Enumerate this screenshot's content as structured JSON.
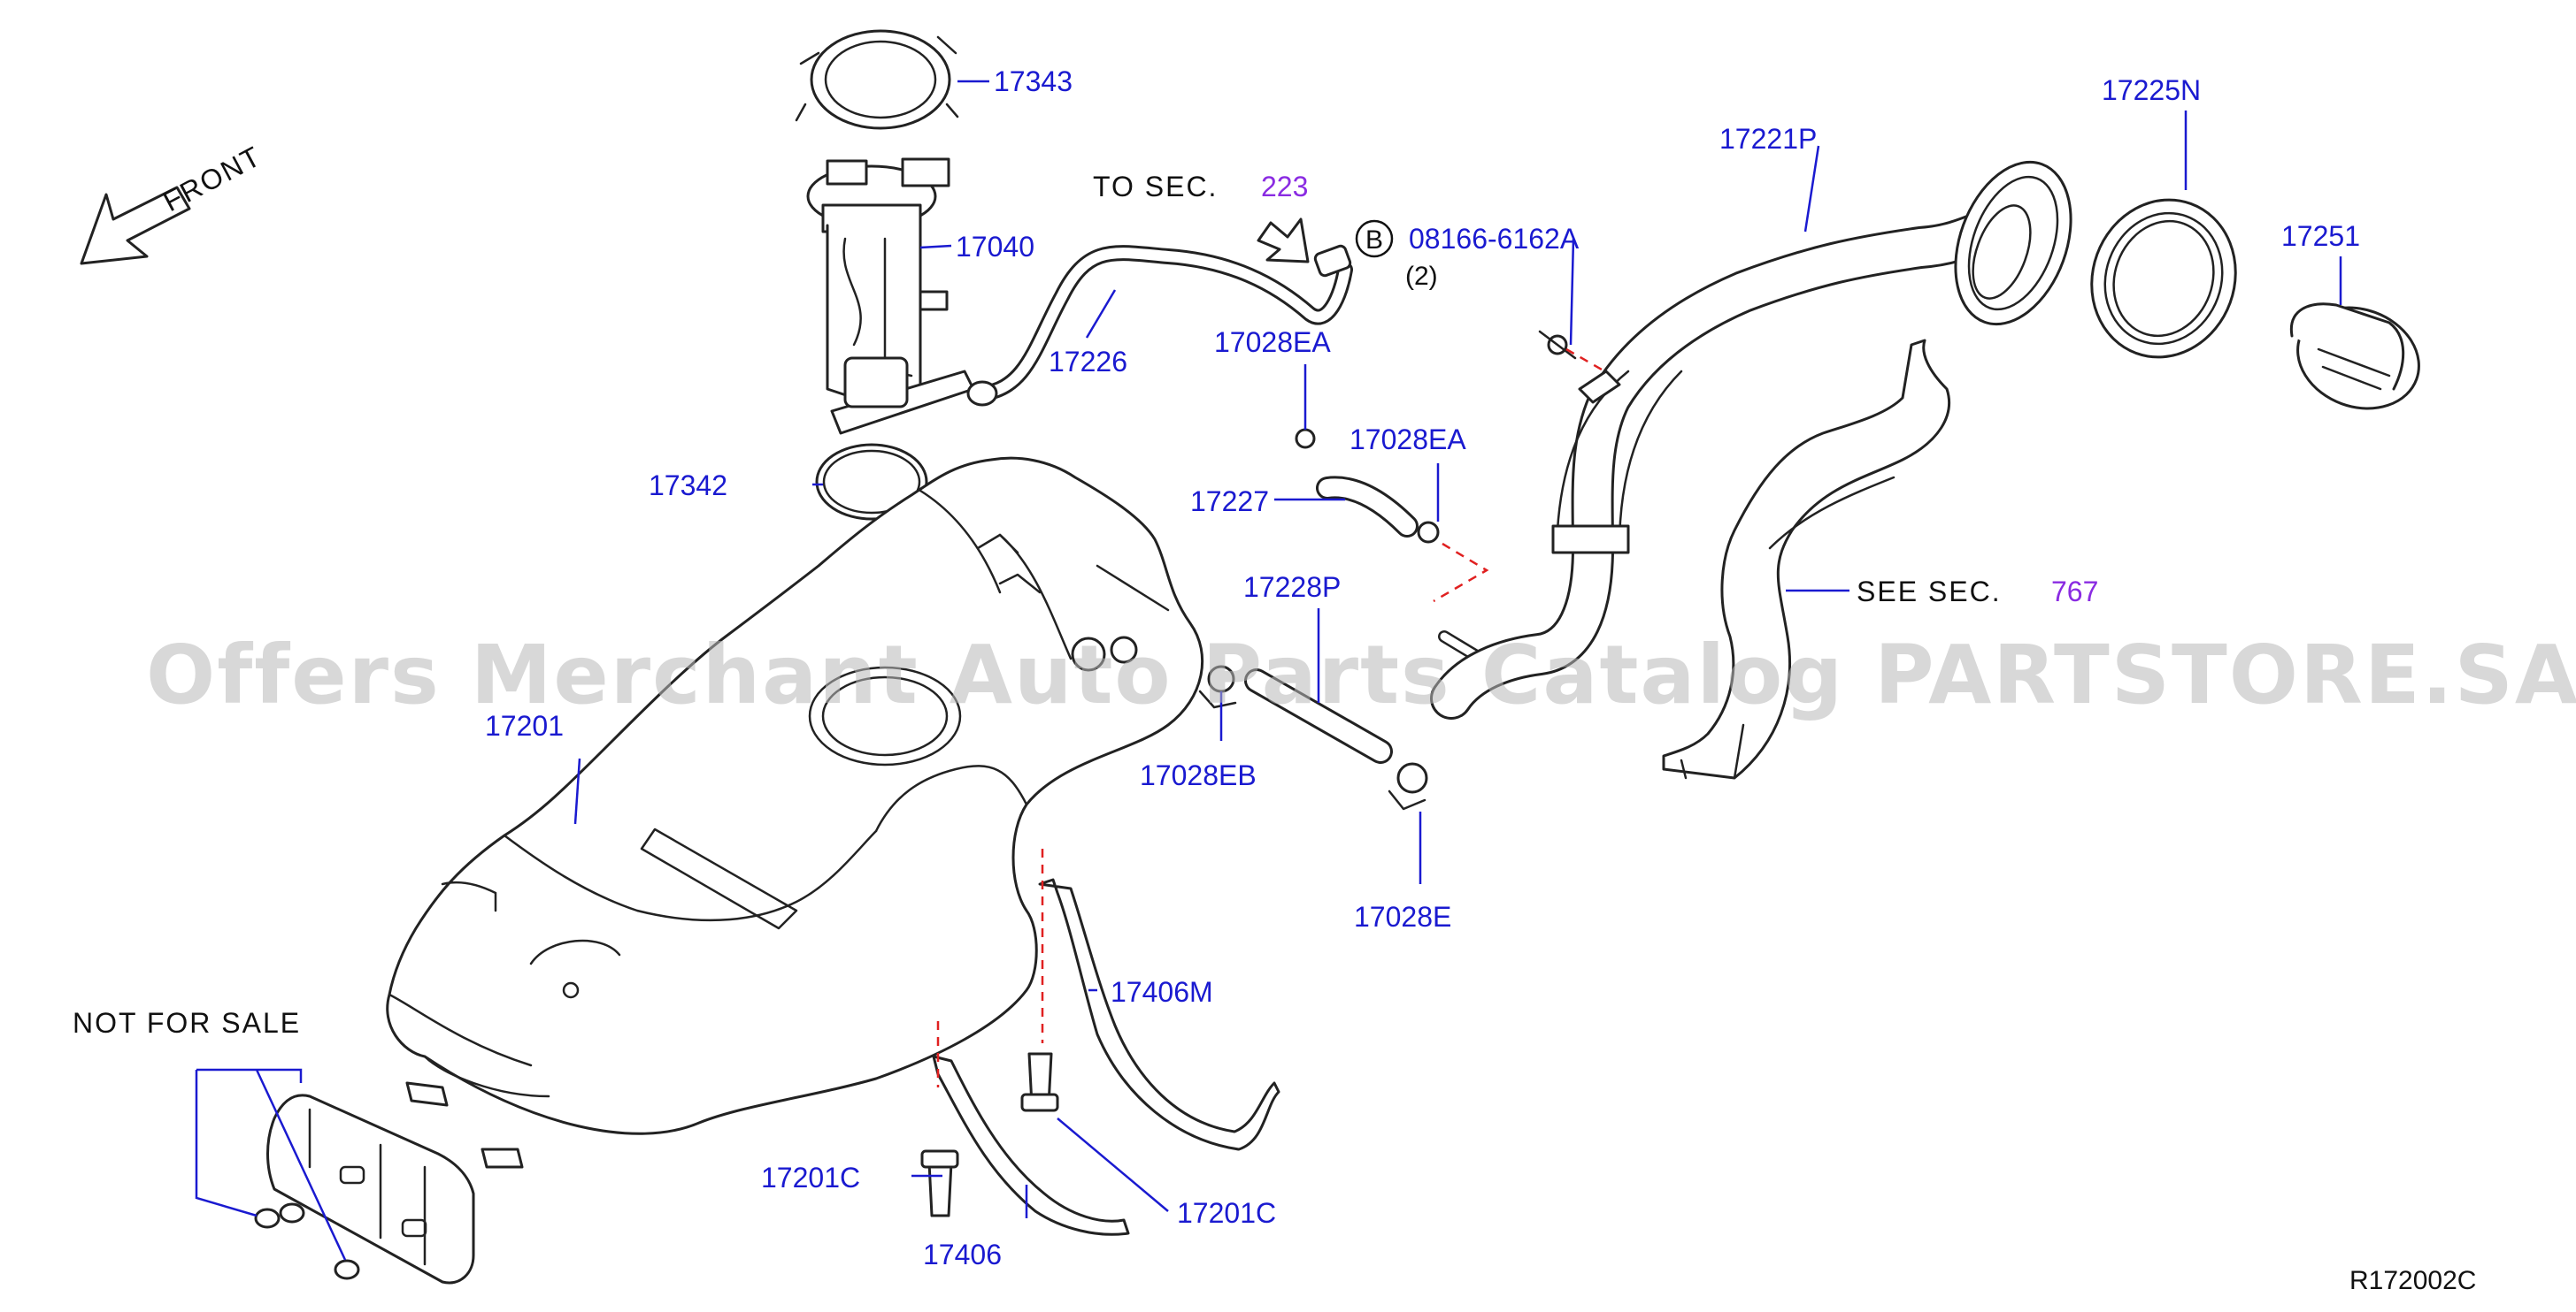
{
  "diagram_code": "R172002C",
  "watermark": "Offers Merchant Auto Parts Catalog PARTSTORE.SA",
  "direction": "FRONT",
  "notes": {
    "to_sec_prefix": "TO  SEC.",
    "to_sec_number": "223",
    "see_sec_prefix": "SEE  SEC.",
    "see_sec_number": "767",
    "not_for_sale": "NOT  FOR  SALE",
    "bolt_ref_letter": "B",
    "bolt_ref_number": "08166-6162A",
    "bolt_qty": "(2)"
  },
  "colors": {
    "label": "#1a1ad0",
    "section": "#8a2be2",
    "guide": "#e02020"
  },
  "parts": [
    "17343",
    "17040",
    "17226",
    "17028EA",
    "17028EA",
    "17227",
    "17342",
    "17228P",
    "17201",
    "17028EB",
    "17028E",
    "17406M",
    "17201C",
    "17406",
    "17201C",
    "17221P",
    "17225N",
    "17251"
  ]
}
